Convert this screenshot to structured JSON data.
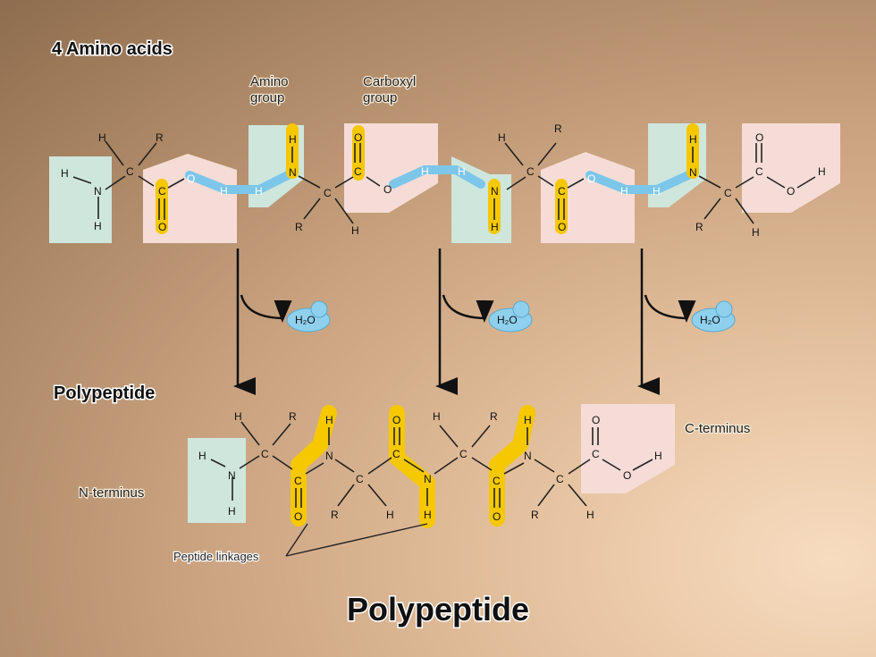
{
  "header": {
    "title": "4 Amino acids"
  },
  "labels": {
    "amino_group": [
      "Amino",
      "group"
    ],
    "carboxyl_group": [
      "Carboxyl",
      "group"
    ],
    "polypeptide_section": "Polypeptide",
    "n_terminus": "N-terminus",
    "c_terminus": "C-terminus",
    "peptide_linkages": "Peptide linkages",
    "water": "H₂O",
    "footer_title": "Polypeptide"
  },
  "atoms": {
    "h": "H",
    "n": "N",
    "c": "C",
    "o": "O",
    "r": "R"
  },
  "colors": {
    "amino_box": "#cfe6dc",
    "carboxyl_box": "#f6dcd6",
    "highlight": "#f6c800",
    "water_bond": "#7cc6ea",
    "water_drop": "#7cc6ea"
  }
}
